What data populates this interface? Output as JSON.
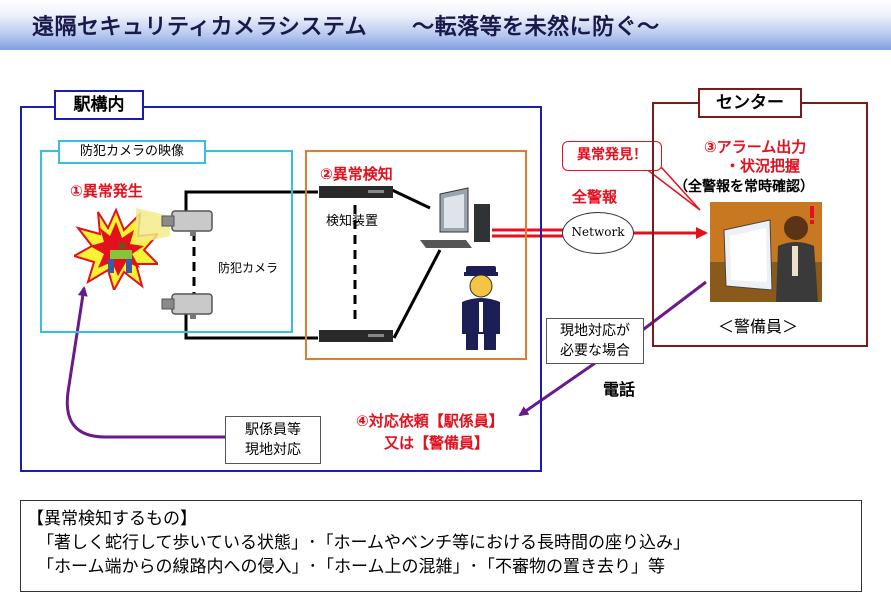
{
  "title": "遠隔セキュリティカメラシステム　　～転落等を未然に防ぐ～",
  "station": {
    "label": "駅構内",
    "camera_video_label": "防犯カメラの映像",
    "step1": "①異常発生",
    "camera_label": "防犯カメラ",
    "step2": "②異常検知",
    "detector_label": "検知装置",
    "staff_line1": "駅係員等",
    "staff_line2": "現地対応"
  },
  "center": {
    "label": "センター",
    "step3_line1": "③アラーム出力",
    "step3_line2": "・状況把握",
    "step3_line3": "（全警報を常時確認）",
    "guard_label": "＜警備員＞"
  },
  "links": {
    "anomaly_found": "異常発見！",
    "all_alarm": "全警報",
    "network": "Network",
    "onsite_line1": "現地対応が",
    "onsite_line2": "必要な場合",
    "phone": "電話",
    "step4_line1": "④対応依頼【駅係員】",
    "step4_line2": "又は【警備員】"
  },
  "detection_targets": {
    "heading": "【異常検知するもの】",
    "line1": "「著しく蛇行して歩いている状態」･「ホームやベンチ等における長時間の座り込み」",
    "line2": "「ホーム端からの線路内への侵入」･「ホーム上の混雑」･「不審物の置き去り」等"
  },
  "colors": {
    "station_border": "#1c1cb0",
    "camera_border": "#37bfe0",
    "detect_border": "#e07a2c",
    "center_border": "#7a1a1a",
    "accent_red": "#e3101e",
    "arrow_purple": "#6a1a8a"
  }
}
